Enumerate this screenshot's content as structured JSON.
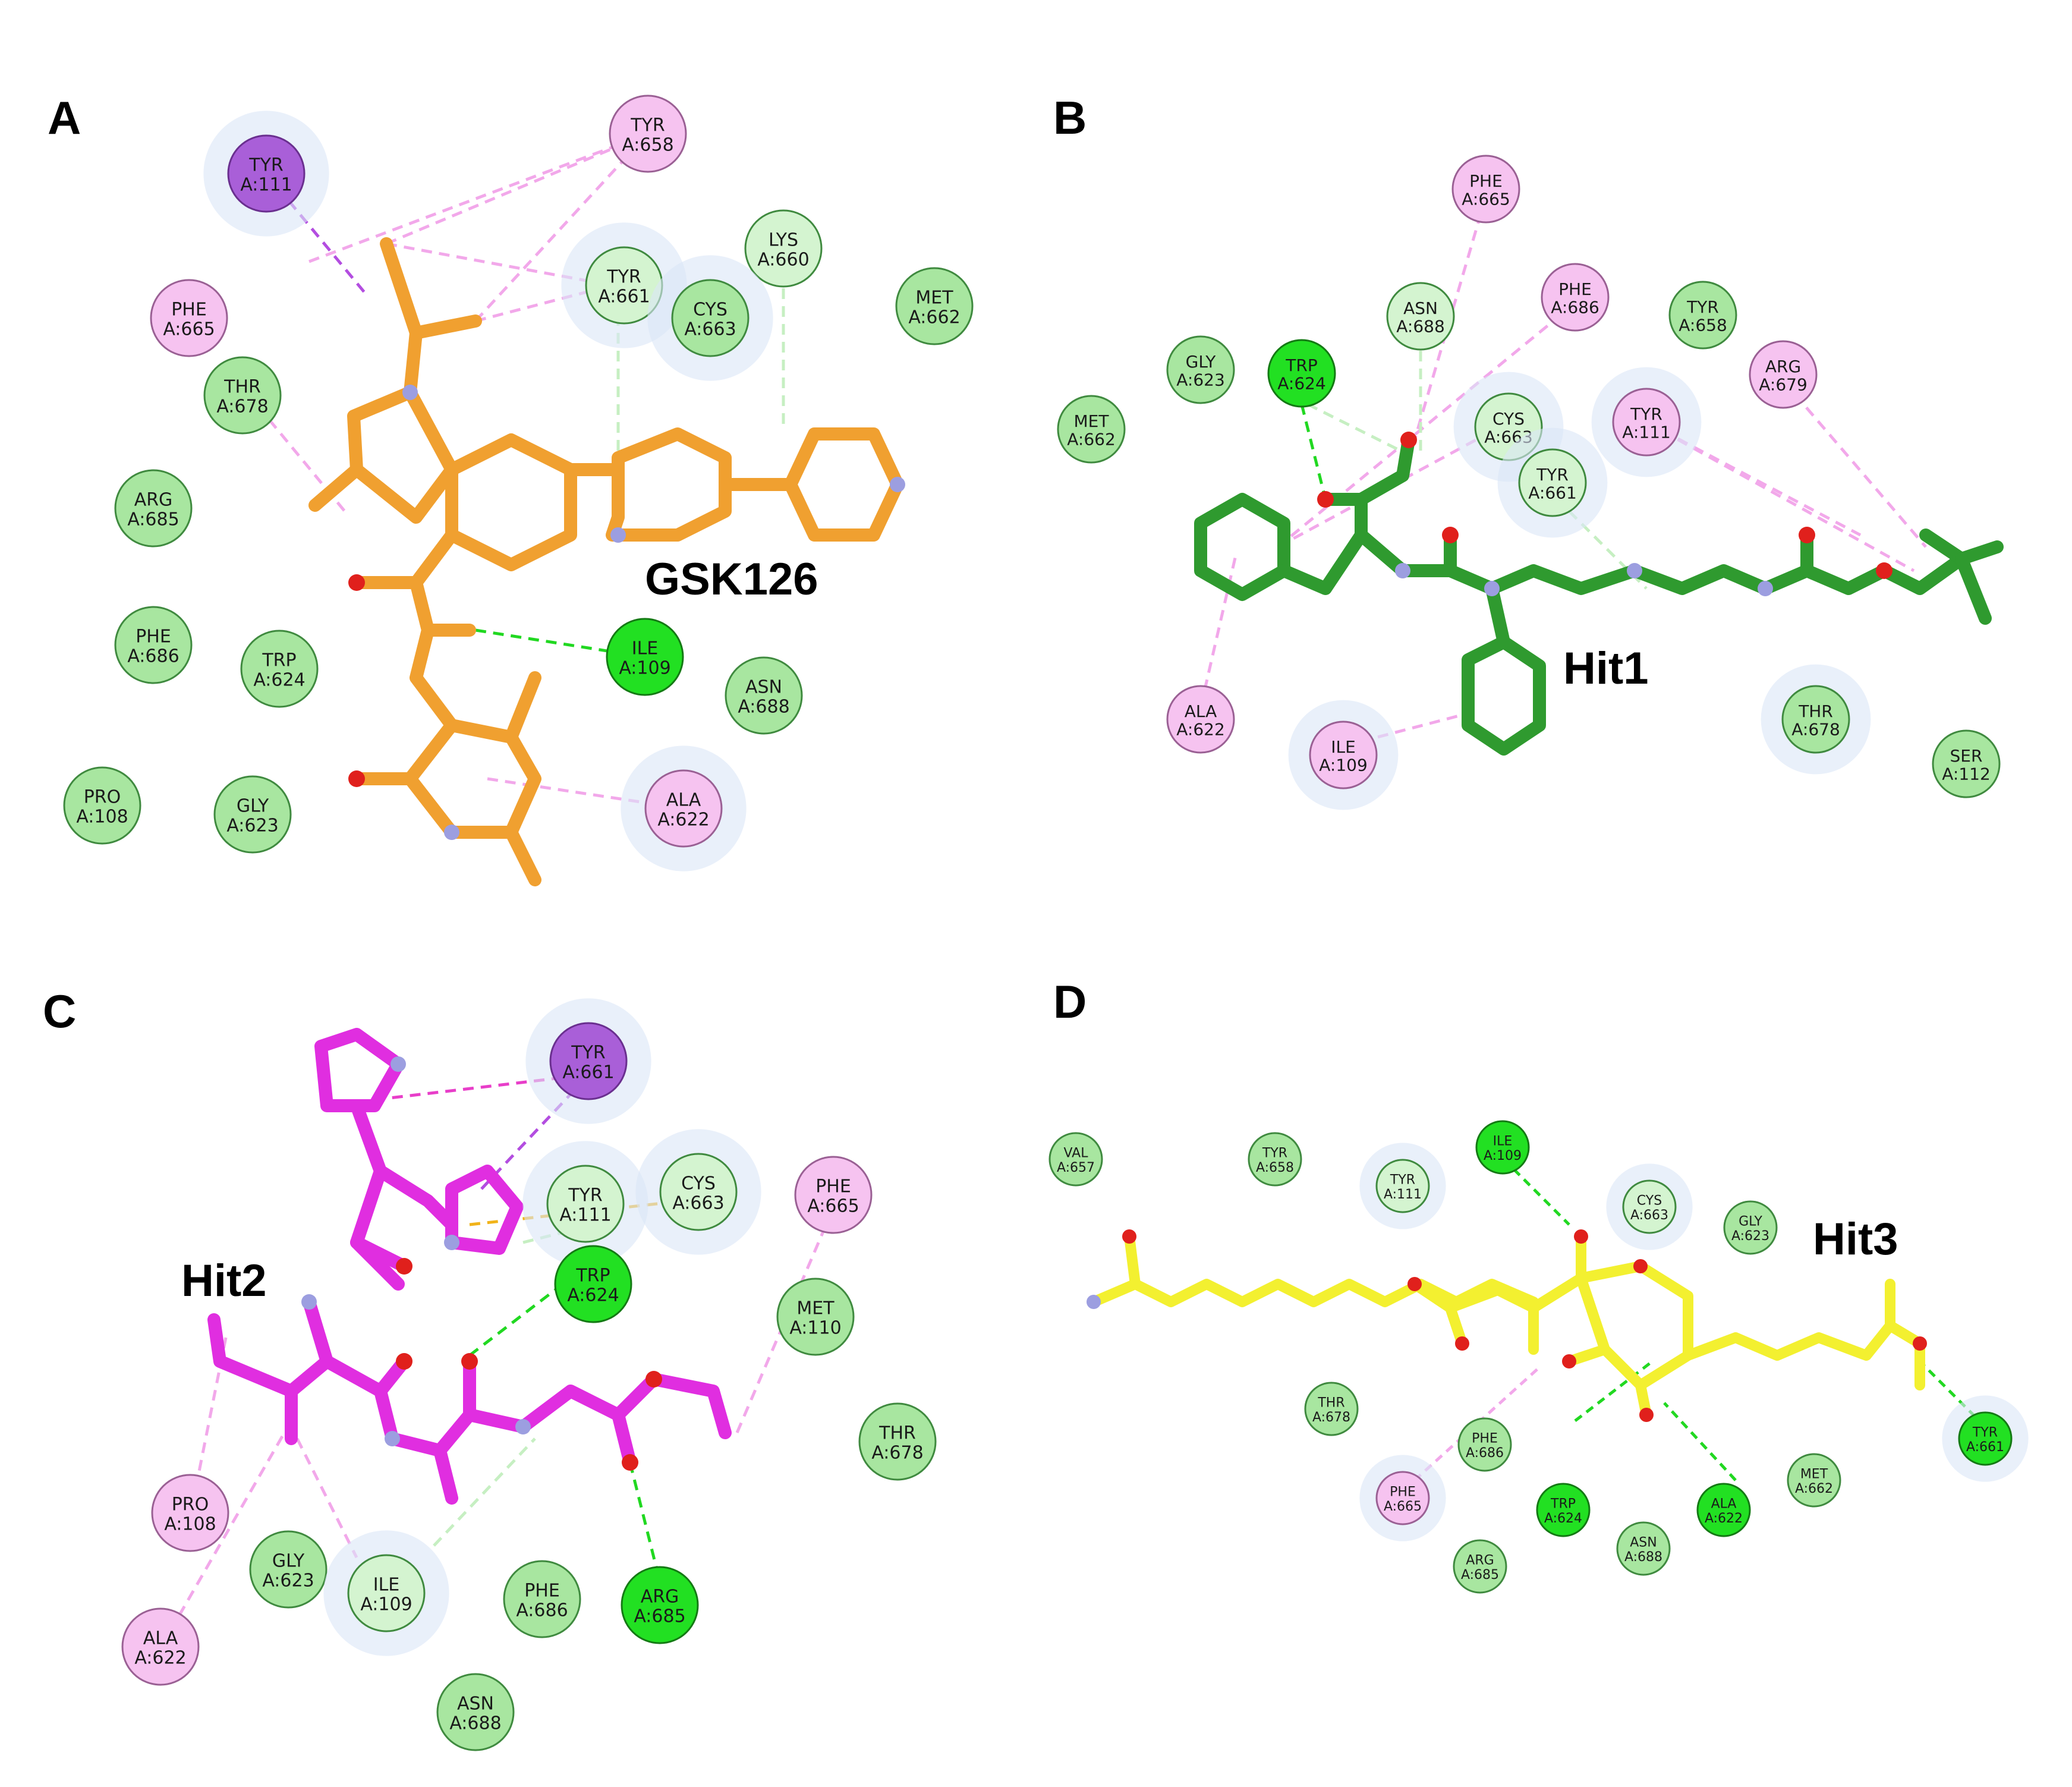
{
  "colors": {
    "vdw": "#a8e6a0",
    "vdw_stroke": "#3f8a3f",
    "hbond": "#22e022",
    "hbond_stroke": "#147a14",
    "pi_pink": "#f6c3f0",
    "pi_purple": "#a95fd8",
    "carbon_hbond_pale": "#d4f4d0",
    "hbond_line": "#21d821",
    "pi_line": "#f2a8ea",
    "sigma_line": "#b34de0",
    "sulfur_line": "#f1b319",
    "ligand_A": "#f0a030",
    "ligand_B": "#2f9a2f",
    "ligand_C": "#e02ee0",
    "ligand_D": "#f3f030",
    "oxygen": "#e0201c",
    "nitrogen": "#9c9ee0"
  },
  "panels": [
    {
      "letter": "A",
      "ligand": "GSK126",
      "residues": [
        {
          "name": "TYR",
          "id": "A:111"
        },
        {
          "name": "TYR",
          "id": "A:658"
        },
        {
          "name": "LYS",
          "id": "A:660"
        },
        {
          "name": "TYR",
          "id": "A:661"
        },
        {
          "name": "CYS",
          "id": "A:663"
        },
        {
          "name": "MET",
          "id": "A:662"
        },
        {
          "name": "PHE",
          "id": "A:665"
        },
        {
          "name": "THR",
          "id": "A:678"
        },
        {
          "name": "ARG",
          "id": "A:685"
        },
        {
          "name": "PHE",
          "id": "A:686"
        },
        {
          "name": "TRP",
          "id": "A:624"
        },
        {
          "name": "ILE",
          "id": "A:109"
        },
        {
          "name": "ASN",
          "id": "A:688"
        },
        {
          "name": "PRO",
          "id": "A:108"
        },
        {
          "name": "GLY",
          "id": "A:623"
        },
        {
          "name": "ALA",
          "id": "A:622"
        }
      ]
    },
    {
      "letter": "B",
      "ligand": "Hit1",
      "residues": [
        {
          "name": "PHE",
          "id": "A:665"
        },
        {
          "name": "ASN",
          "id": "A:688"
        },
        {
          "name": "PHE",
          "id": "A:686"
        },
        {
          "name": "TYR",
          "id": "A:658"
        },
        {
          "name": "GLY",
          "id": "A:623"
        },
        {
          "name": "TRP",
          "id": "A:624"
        },
        {
          "name": "ARG",
          "id": "A:679"
        },
        {
          "name": "MET",
          "id": "A:662"
        },
        {
          "name": "CYS",
          "id": "A:663"
        },
        {
          "name": "TYR",
          "id": "A:111"
        },
        {
          "name": "TYR",
          "id": "A:661"
        },
        {
          "name": "ALA",
          "id": "A:622"
        },
        {
          "name": "ILE",
          "id": "A:109"
        },
        {
          "name": "THR",
          "id": "A:678"
        },
        {
          "name": "SER",
          "id": "A:112"
        }
      ]
    },
    {
      "letter": "C",
      "ligand": "Hit2",
      "residues": [
        {
          "name": "TYR",
          "id": "A:661"
        },
        {
          "name": "TYR",
          "id": "A:111"
        },
        {
          "name": "CYS",
          "id": "A:663"
        },
        {
          "name": "PHE",
          "id": "A:665"
        },
        {
          "name": "TRP",
          "id": "A:624"
        },
        {
          "name": "MET",
          "id": "A:110"
        },
        {
          "name": "THR",
          "id": "A:678"
        },
        {
          "name": "PRO",
          "id": "A:108"
        },
        {
          "name": "GLY",
          "id": "A:623"
        },
        {
          "name": "ILE",
          "id": "A:109"
        },
        {
          "name": "PHE",
          "id": "A:686"
        },
        {
          "name": "ARG",
          "id": "A:685"
        },
        {
          "name": "ALA",
          "id": "A:622"
        },
        {
          "name": "ASN",
          "id": "A:688"
        }
      ]
    },
    {
      "letter": "D",
      "ligand": "Hit3",
      "residues": [
        {
          "name": "VAL",
          "id": "A:657"
        },
        {
          "name": "TYR",
          "id": "A:658"
        },
        {
          "name": "TYR",
          "id": "A:111"
        },
        {
          "name": "ILE",
          "id": "A:109"
        },
        {
          "name": "CYS",
          "id": "A:663"
        },
        {
          "name": "GLY",
          "id": "A:623"
        },
        {
          "name": "THR",
          "id": "A:678"
        },
        {
          "name": "PHE",
          "id": "A:686"
        },
        {
          "name": "PHE",
          "id": "A:665"
        },
        {
          "name": "TRP",
          "id": "A:624"
        },
        {
          "name": "ASN",
          "id": "A:688"
        },
        {
          "name": "ALA",
          "id": "A:622"
        },
        {
          "name": "MET",
          "id": "A:662"
        },
        {
          "name": "ARG",
          "id": "A:685"
        },
        {
          "name": "TYR",
          "id": "A:661"
        }
      ]
    }
  ]
}
